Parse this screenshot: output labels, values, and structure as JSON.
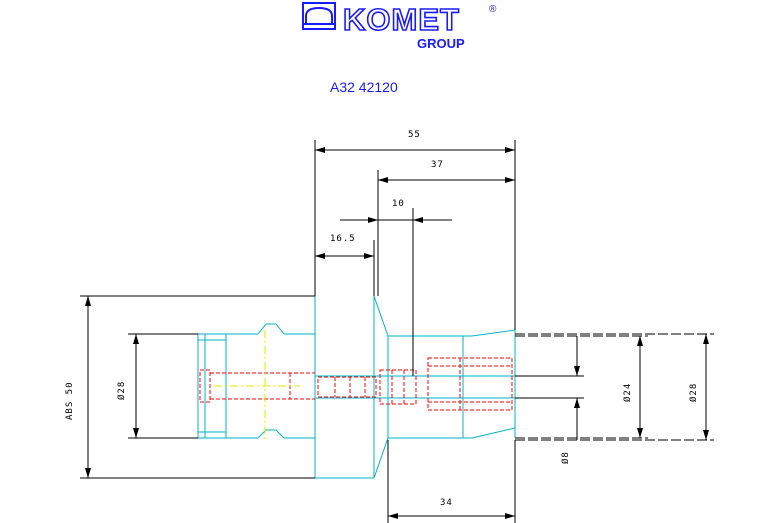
{
  "brand": {
    "name": "KOMET",
    "group": "GROUP",
    "registered": "®",
    "color": "#1a1aff"
  },
  "part_number": "A32 42120",
  "dimensions": {
    "overall_length": "55",
    "shank_length": "37",
    "inner_offset": "10",
    "flange_width": "16.5",
    "bottom_length": "34",
    "abs_size": "ABS 50",
    "left_diameter": "Ø28",
    "bore_diameter": "Ø8",
    "mid_diameter": "Ø24",
    "right_diameter": "Ø28"
  },
  "colors": {
    "outline": "#00b4c8",
    "hidden": "#ff0000",
    "centerline": "#e6e600",
    "dimension": "#000000"
  }
}
